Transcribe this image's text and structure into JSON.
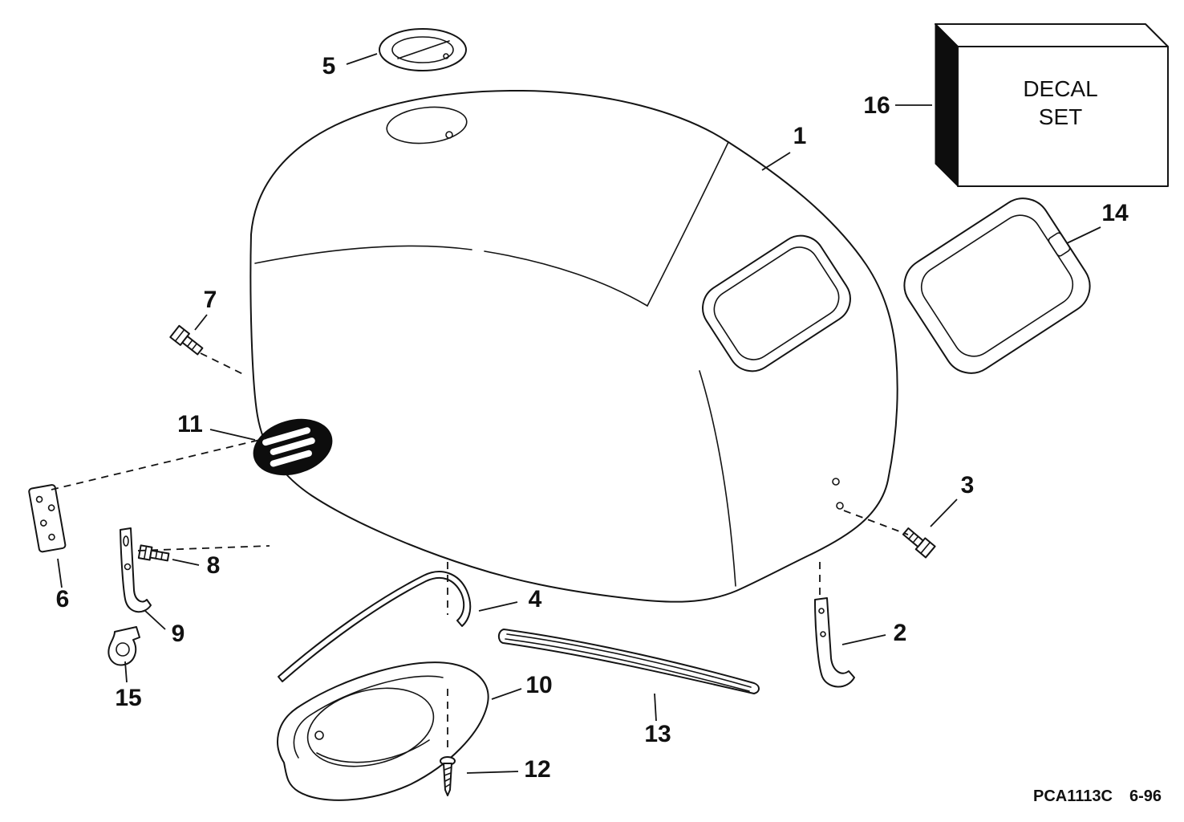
{
  "figure": {
    "footer_code": "PCA1113C",
    "footer_date": "6-96"
  },
  "decal_box": {
    "line1": "DECAL",
    "line2": "SET"
  },
  "callouts": {
    "1": "1",
    "2": "2",
    "3": "3",
    "4": "4",
    "5": "5",
    "6": "6",
    "7": "7",
    "8": "8",
    "9": "9",
    "10": "10",
    "11": "11",
    "12": "12",
    "13": "13",
    "14": "14",
    "15": "15",
    "16": "16"
  }
}
